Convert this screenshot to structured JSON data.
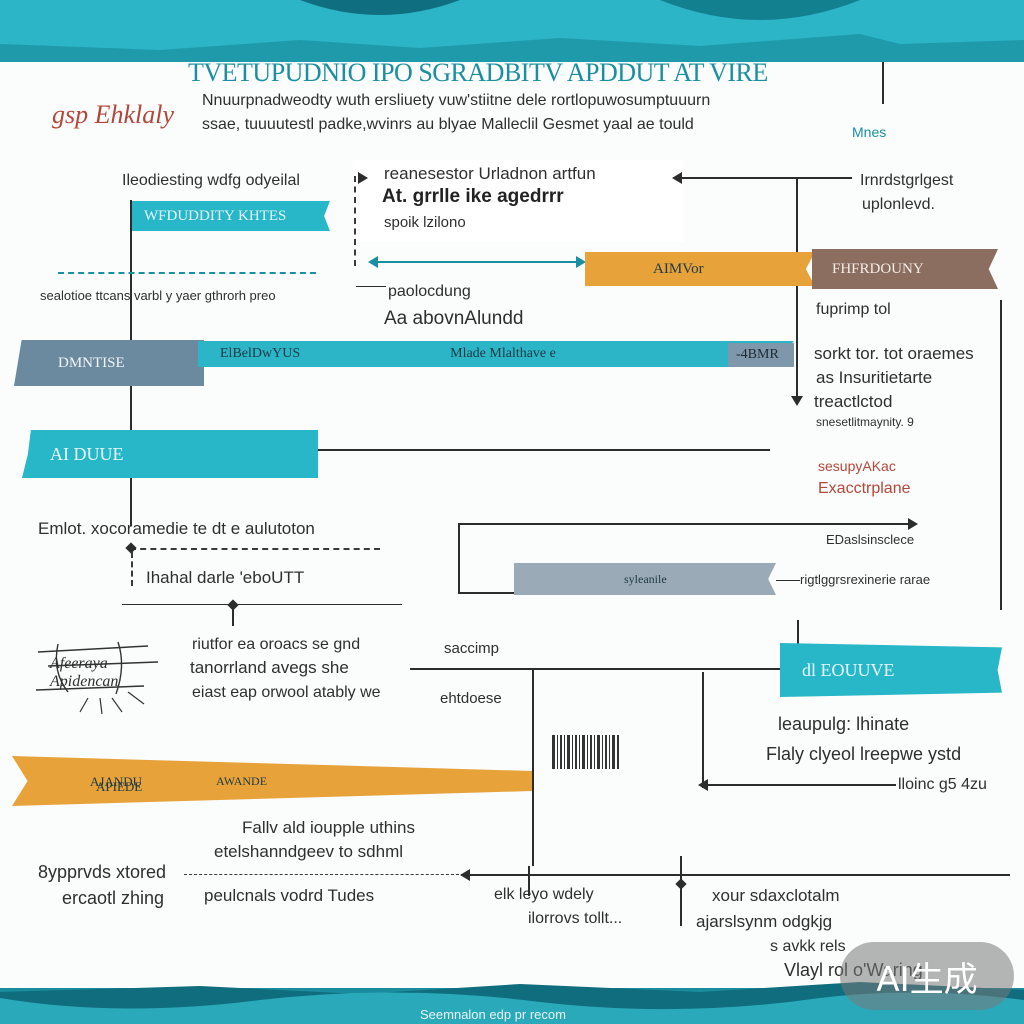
{
  "colors": {
    "teal": "#27b7c9",
    "dark_teal": "#1a8fa1",
    "orange": "#e8a23a",
    "brown": "#8b6e60",
    "slate": "#6b8aa0",
    "gray_blue": "#9aaab6",
    "red_text": "#b3473a",
    "line": "#2c2c2c"
  },
  "header": {
    "title": "TVETUPUDNIO IPO SGRADBITV APDDUT AT VIRE",
    "subtitle_line1": "Nnuurpnadweodty wuth ersliuety vuw'stiitne dele rortlopuwosumptuuurn",
    "subtitle_line2": "ssae, tuuuutestl padke,wvinrs au blyae Malleclil Gesmet yaal ae tould",
    "script_label": "gsp Ehklaly",
    "corner_label": "Mnes"
  },
  "left_column": {
    "line1": "Ileodiesting wdfg odyeilal",
    "ribbon1": "WFDUDDITY KHTES",
    "dashed_caption": "sealotioe ttcans varbl y yaer gthrorh preo",
    "ribbon2": "DMNTISE",
    "ribbon3_mid": "ElBelDwYUS",
    "ribbon4": "AI DUUE",
    "row_a": "Emlot. xocoramedie te dt e aulutoton",
    "row_b": "Ihahal darle 'eboUTT",
    "logo_text": "Afeeraya Apidencan",
    "orange_ribbon_label": "AJANDU",
    "orange_ribbon_sub": "APIEDE",
    "orange_ribbon_right": "AWANDE",
    "bottom_a": "8ypprvds xtored",
    "bottom_b": "ercaotl zhing"
  },
  "center_column": {
    "box_l1": "reanesestor Urladnon artfun",
    "box_l2": "At. grrlle ike agedrrr",
    "box_l3": "spoik lzilono",
    "cap_l1": "paolocdung",
    "cap_l2": "Aa abovnAlundd",
    "mid_ribbon": "Mlade Mlalthave e",
    "slate_badge": "-4BMR",
    "mid_a": "riutfor ea oroacs se gnd",
    "mid_b": "tanorrland avegs she",
    "mid_c": "eiast eap orwool atably we",
    "tag_a": "saccimp",
    "tag_b": "ehtdoese",
    "bottom_block_l1": "Fallv ald ioupple uthins",
    "bottom_block_l2": "etelshanndgeev to sdhml",
    "bottom_block_l3": "peulcnals vodrd Tudes",
    "bottom_mid_l1": "elk leyo wdely",
    "bottom_mid_l2": "ilorrovs tollt..."
  },
  "right_column": {
    "top_l1": "Irnrdstgrlgest",
    "top_l2": "uplonlevd.",
    "orange_ribbon": "AIMVor",
    "brown_ribbon": "FHFRDOUNY",
    "caption": "fuprimp tol",
    "para_l1": "sorkt tor. tot oraemes",
    "para_l2": "as Insuritietarte",
    "para_l3": "treactlctod",
    "para_l4": "snesetlitmaynity. 9",
    "para_l5": "sesupyAKac",
    "para_l6": "Exacctrplane",
    "box_label": "EDaslsinsclece",
    "gray_ribbon": "syleanile",
    "gray_right": "rigtlggrsrexinerie rarae",
    "teal_ribbon": "dl EOUUVE",
    "block_l1": "leaupulg: lhinate",
    "block_l2": "Flaly clyeol lreepwe ystd",
    "block_l3": "lloinc g5 4zu",
    "bottom_l1": "xour sdaxclotalm",
    "bottom_l2": "ajarslsynm odgkjg",
    "bottom_l3": "s avkk rels",
    "bottom_l4": "Vlayl rol o'Waring"
  },
  "footer": {
    "caption": "Seemnalon edp pr recom",
    "watermark": "AI生成"
  }
}
